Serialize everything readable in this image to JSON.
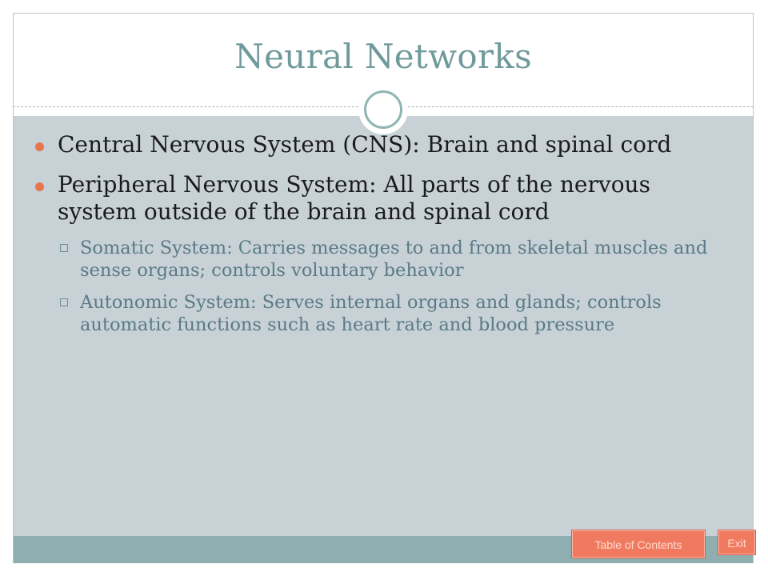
{
  "slide": {
    "title": "Neural Networks",
    "colors": {
      "title": "#6f9a9b",
      "body_background": "#c7d1d6",
      "footer_band": "#8eaeb0",
      "bullet_marker": "#e8744b",
      "sub_bullet_text": "#597a86",
      "button": "#f07a5f"
    },
    "bullets": [
      {
        "text": "Central Nervous System (CNS): Brain and spinal cord",
        "sub": []
      },
      {
        "text": "Peripheral Nervous System: All parts of the nervous system outside of the brain and spinal cord",
        "sub": [
          {
            "text": "Somatic System: Carries messages to and from skeletal muscles and sense organs; controls voluntary behavior"
          },
          {
            "text": "Autonomic System: Serves internal organs and glands; controls automatic functions such as heart rate and blood pressure"
          }
        ]
      }
    ]
  },
  "nav": {
    "toc_label": "Table of Contents",
    "exit_label": "Exit"
  },
  "icons": {
    "title_ornament": "ring-icon",
    "level1_marker": "filled-circle-icon",
    "level2_marker": "hollow-square-icon"
  }
}
